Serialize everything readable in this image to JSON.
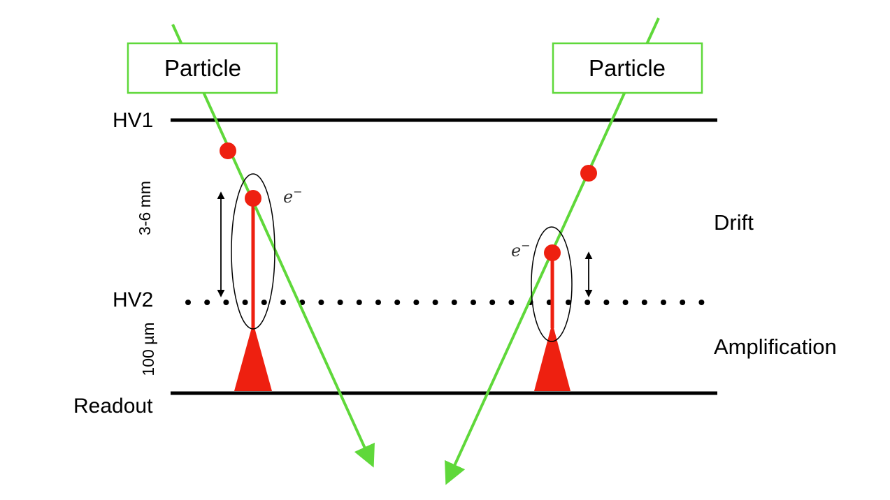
{
  "labels": {
    "particle_left": "Particle",
    "particle_right": "Particle",
    "hv1": "HV1",
    "hv2": "HV2",
    "readout": "Readout",
    "drift": "Drift",
    "amplification": "Amplification",
    "gap_drift": "3-6 mm",
    "gap_amplification": "100 µm",
    "electron_symbol": "e",
    "electron_sup": "−"
  },
  "colors": {
    "track": "#5fd83a",
    "charge": "#ee2010",
    "plane": "#000000",
    "background": "#ffffff"
  }
}
